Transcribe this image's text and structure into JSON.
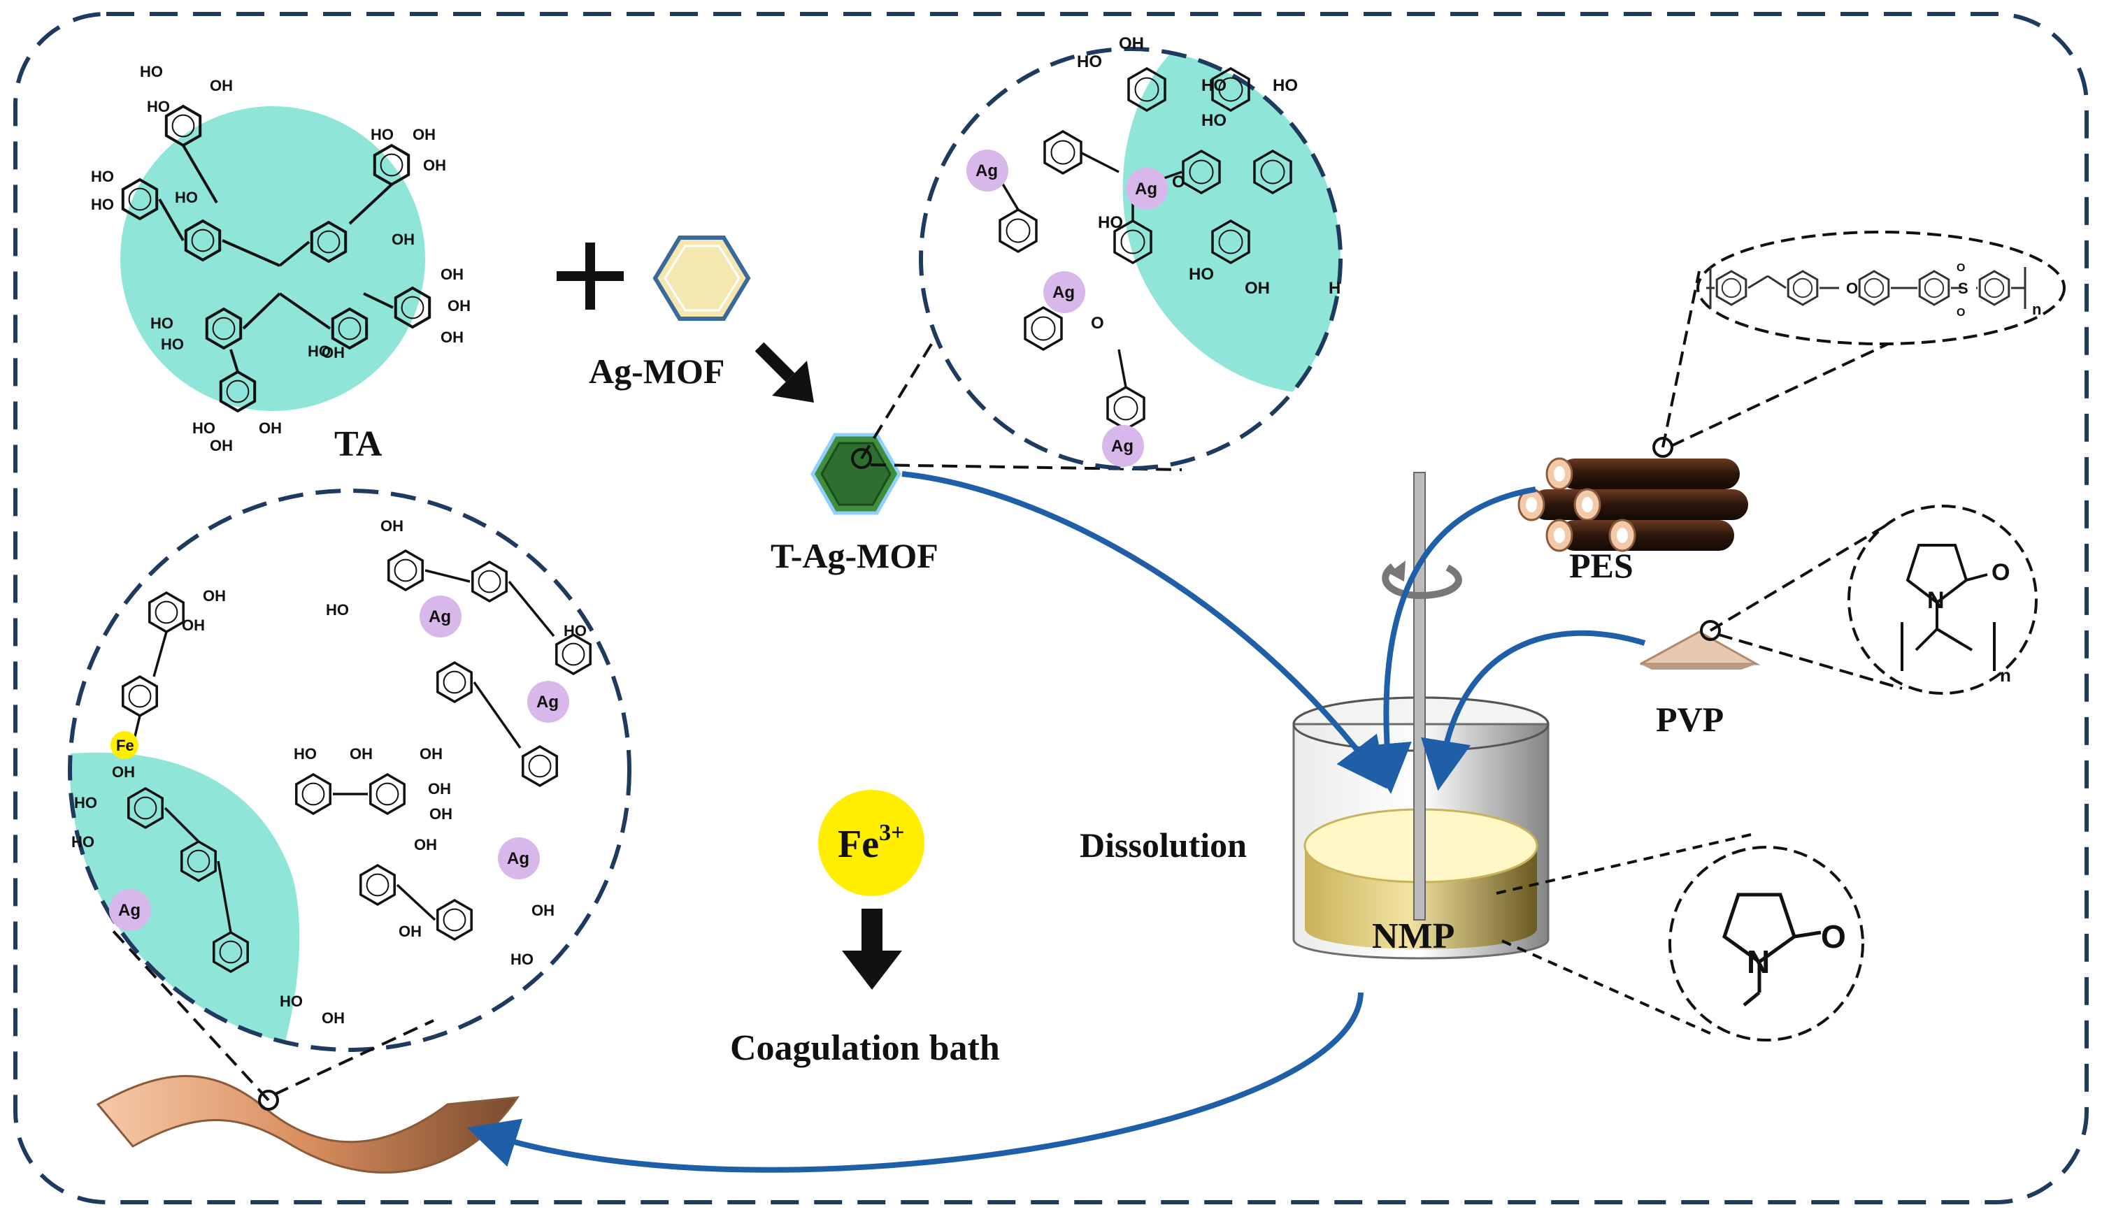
{
  "labels": {
    "ta": "TA",
    "ag_mof": "Ag-MOF",
    "t_ag_mof": "T-Ag-MOF",
    "pes": "PES",
    "pvp": "PVP",
    "dissolution": "Dissolution",
    "nmp": "NMP",
    "fe_ion": "Fe",
    "fe_charge": "3+",
    "coagulation": "Coagulation bath"
  },
  "chem": {
    "ag": "Ag",
    "fe": "Fe",
    "oh": "OH",
    "ho": "HO",
    "o": "O",
    "n": "N",
    "s": "S",
    "h": "H",
    "sub_n": "n"
  },
  "colors": {
    "frame": "#1f3a5f",
    "teal": "#8fe6d8",
    "ag_bubble": "#d8b8ea",
    "fe_yellow": "#ffee00",
    "arrow_blue": "#1f5fa8",
    "copper": "#c98a5e",
    "membrane": "#f0b48e",
    "mof_green": "#3e8e3e",
    "mof_yellow": "#f4e7b0",
    "nmp_gold": "#e8d27a"
  }
}
